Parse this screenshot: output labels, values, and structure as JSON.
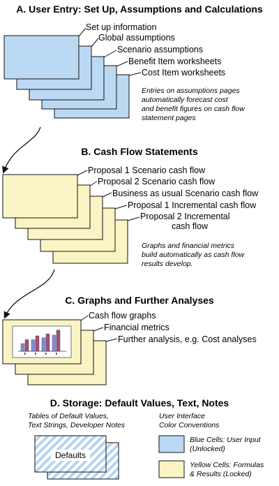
{
  "colors": {
    "blue_fill": "#bcd9f3",
    "yellow_fill": "#faf3c4",
    "stroke": "#111111",
    "bar_blue": "#7f8fd6",
    "bar_purple": "#a0507e"
  },
  "section_a": {
    "title": "A. User Entry: Set Up, Assumptions and Calculations",
    "sheets": [
      "Set up information",
      "Global assumptions",
      "Scenario assumptions",
      "Benefit Item worksheets",
      "Cost Item worksheets"
    ],
    "note": [
      "Entries on assumptions pages",
      "automatically forecast cost",
      "and benefit figures on cash flow",
      "statement pages"
    ]
  },
  "section_b": {
    "title": "B. Cash Flow Statements",
    "sheets": [
      "Proposal 1 Scenario cash flow",
      "Proposal 2 Scenario cash flow",
      "Business as usual Scenario cash flow",
      "Proposal 1 Incremental cash flow",
      "Proposal 2 Incremental",
      "cash flow"
    ],
    "note": [
      "Graphs and financial metrics",
      "build automatically as cash flow",
      "results develop."
    ]
  },
  "section_c": {
    "title": "C. Graphs and Further Analyses",
    "sheets": [
      "Cash flow graphs",
      "Financial metrics",
      "Further analysis, e.g. Cost analyses"
    ],
    "mini_chart": {
      "series_a": [
        2,
        3,
        3.5,
        4.2
      ],
      "series_b": [
        3,
        4,
        4.5,
        5.5
      ]
    }
  },
  "section_d": {
    "title": "D. Storage: Default Values, Text, Notes",
    "tables_note": [
      "Tables of Default Values,",
      "Text Strings, Developer Notes"
    ],
    "defaults_label": "Defaults",
    "legend_title": [
      "User Interface",
      "Color Conventions"
    ],
    "legend_blue": [
      "Blue Cells: User Input",
      "(Unlocked)"
    ],
    "legend_yellow": [
      "Yellow Cells: Formulas",
      "& Results (Locked)"
    ]
  }
}
